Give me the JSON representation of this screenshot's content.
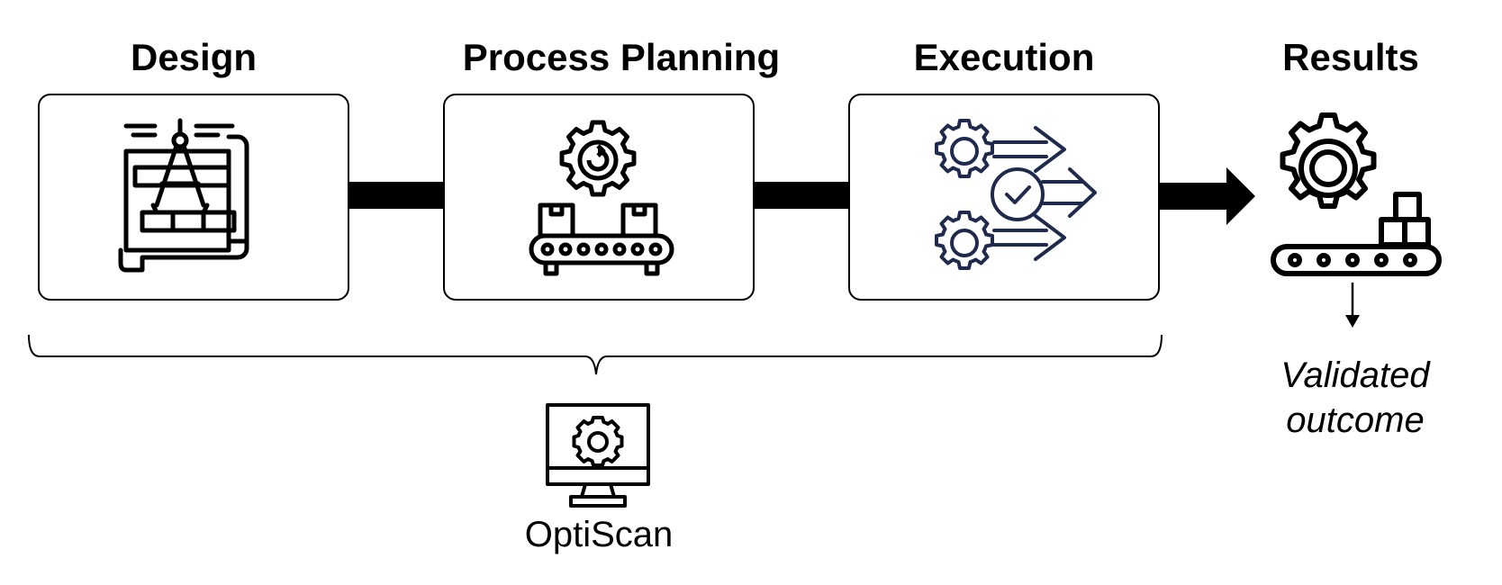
{
  "stages": [
    {
      "title": "Design",
      "icon": "blueprint-compass-icon"
    },
    {
      "title": "Process Planning",
      "icon": "gear-conveyor-icon"
    },
    {
      "title": "Execution",
      "icon": "gears-check-arrows-icon"
    },
    {
      "title": "Results",
      "icon": "gear-conveyor-boxes-icon"
    }
  ],
  "outcome": {
    "line1": "Validated",
    "line2": "outcome"
  },
  "tool": {
    "label": "OptiScan",
    "icon": "monitor-gear-icon"
  },
  "colors": {
    "stroke": "#000000",
    "execution_icon": "#1f2a4d"
  }
}
